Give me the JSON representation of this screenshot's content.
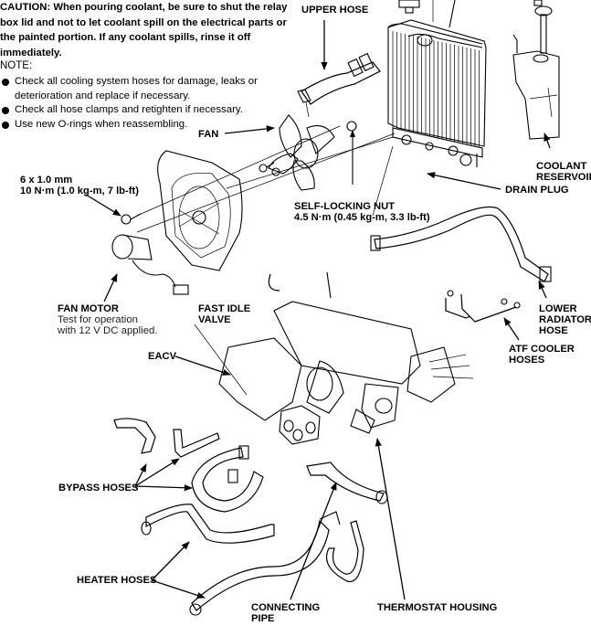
{
  "caution": "CAUTION:  When pouring coolant, be sure to shut the relay box lid and not to let coolant spill on the electrical parts or the painted portion. If any coolant spills, rinse it off immediately.",
  "note": {
    "heading": "NOTE:",
    "items": [
      "Check all cooling system hoses for damage, leaks or deterioration and replace if necessary.",
      "Check all hose clamps and retighten if necessary.",
      "Use new O-rings when reassembling."
    ]
  },
  "labels": {
    "upper_hose": "UPPER HOSE",
    "fan": "FAN",
    "bolt_spec_line1": "6 x 1.0 mm",
    "bolt_spec_line2": "10 N·m (1.0 kg-m, 7 lb-ft)",
    "self_locking_nut": "SELF-LOCKING NUT",
    "self_locking_nut_torque": "4.5 N·m (0.45 kg-m, 3.3 lb-ft)",
    "coolant_reservoir_line1": "COOLANT",
    "coolant_reservoir_line2": "RESERVOIR",
    "drain_plug": "DRAIN PLUG",
    "fan_motor": "FAN MOTOR",
    "fan_motor_note_line1": "Test for operation",
    "fan_motor_note_line2": "with 12 V DC applied.",
    "fast_idle_valve_line1": "FAST IDLE",
    "fast_idle_valve_line2": "VALVE",
    "lower_radiator_hose_line1": "LOWER",
    "lower_radiator_hose_line2": "RADIATOR",
    "lower_radiator_hose_line3": "HOSE",
    "atf_cooler_hoses_line1": "ATF COOLER",
    "atf_cooler_hoses_line2": "HOSES",
    "eacv": "EACV",
    "bypass_hoses": "BYPASS HOSES",
    "heater_hoses": "HEATER HOSES",
    "connecting_pipe_line1": "CONNECTING",
    "connecting_pipe_line2": "PIPE",
    "thermostat_housing": "THERMOSTAT HOUSING"
  }
}
